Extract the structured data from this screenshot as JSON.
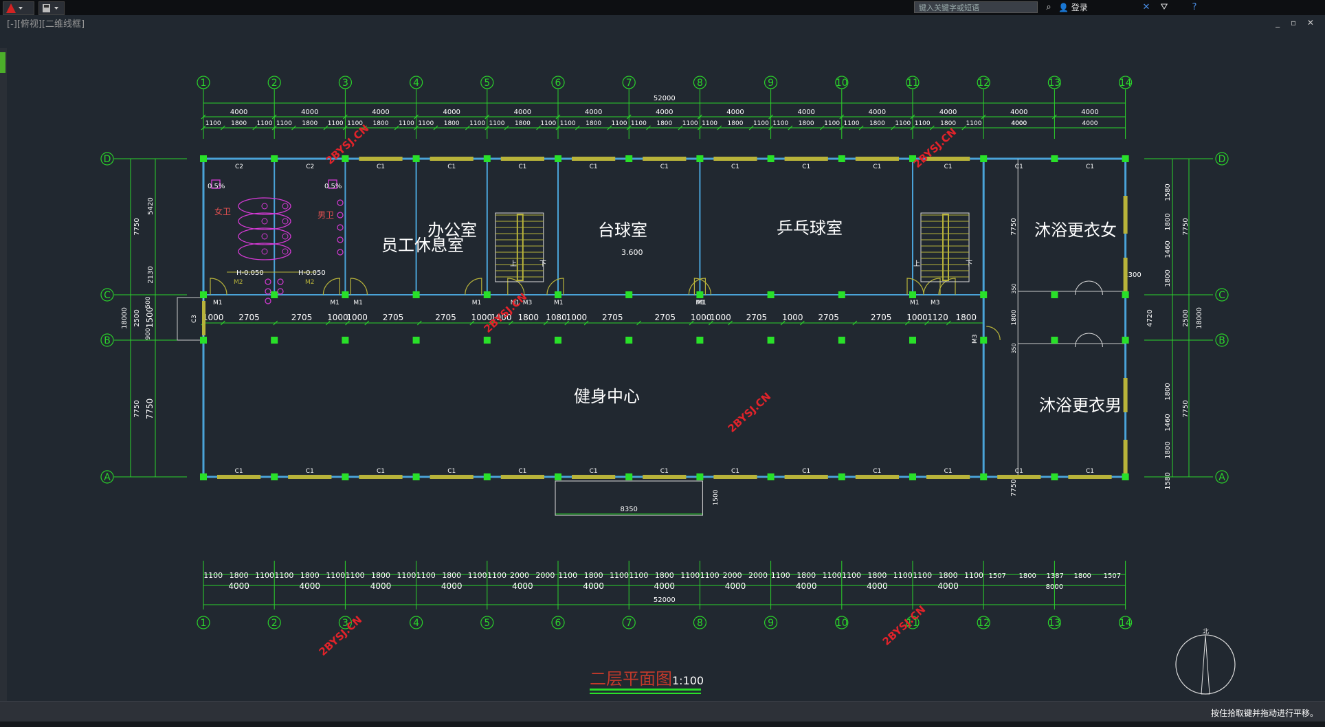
{
  "window": {
    "search_placeholder": "键入关键字或短语",
    "login_label": "登录",
    "doc_tab": "[-][俯视][二维线框]",
    "status_text": "按住拾取键并拖动进行平移。"
  },
  "drawing": {
    "axis_numbers": [
      "1",
      "2",
      "3",
      "4",
      "5",
      "6",
      "7",
      "8",
      "9",
      "10",
      "11",
      "12",
      "13",
      "14"
    ],
    "axis_letters": [
      "D",
      "C",
      "B",
      "A"
    ],
    "rooms": {
      "staff_lounge": "员工休息室",
      "office": "办公室",
      "billiards": "台球室",
      "table_tennis": "乒乓球室",
      "shower_women": "沐浴更衣女",
      "fitness": "健身中心",
      "shower_men": "沐浴更衣男",
      "toilet_women": "女卫",
      "toilet_men": "男卫"
    },
    "title": "二层平面图",
    "scale": "1:100",
    "total_length": "52000",
    "bay": "4000",
    "top_sub": [
      "1100",
      "1800",
      "1100"
    ],
    "bottom_sub": [
      "1100",
      "1800",
      "1100"
    ],
    "corridor_dims": [
      "1000",
      "2705",
      "2705",
      "1000",
      "1000",
      "2705",
      "2705",
      "1000",
      "1000",
      "1800",
      "1080",
      "1000",
      "2705",
      "2705",
      "1000",
      "1000",
      "2705",
      "1000",
      "2705",
      "2705",
      "1000",
      "1120",
      "1800"
    ],
    "right_dims_top": [
      "1580",
      "1800",
      "1460",
      "1800"
    ],
    "right_dims_bot": [
      "1800",
      "1460",
      "1800",
      "1580"
    ],
    "left_dims": [
      "7750",
      "5420",
      "2130",
      "500",
      "1500",
      "900",
      "7750",
      "7750",
      "18000",
      "2500"
    ],
    "right_total": [
      "7750",
      "2500",
      "7750",
      "18000",
      "4720"
    ],
    "bottom_dims_special": [
      "2000",
      "2000",
      "2000",
      "2000"
    ],
    "bottom_right": [
      "1507",
      "1800",
      "1387",
      "1800",
      "1507"
    ],
    "bottom_right_total": "8000",
    "canopy_width": "8350",
    "canopy_depth": "1500",
    "elevation": "3.600",
    "door_labels": {
      "m1": "M1",
      "m2": "M2",
      "m3": "M3",
      "c1": "C1",
      "c2": "C2",
      "c3": "C3"
    },
    "h_label": "H-0.050",
    "slope": "0.5%",
    "stair_up": "上",
    "stair_down": "下",
    "watermark": "2BYSJ.CN",
    "gap_dims": [
      "350",
      "1800",
      "350",
      "1300",
      "7750"
    ]
  },
  "colors": {
    "bg": "#212830",
    "axis": "#2bd42b",
    "wall": "#4aa3d8",
    "window": "#b8b33a",
    "column": "#29e029",
    "fixture": "#d63ad6",
    "watermark": "#e2232a",
    "title": "#c0392b"
  }
}
